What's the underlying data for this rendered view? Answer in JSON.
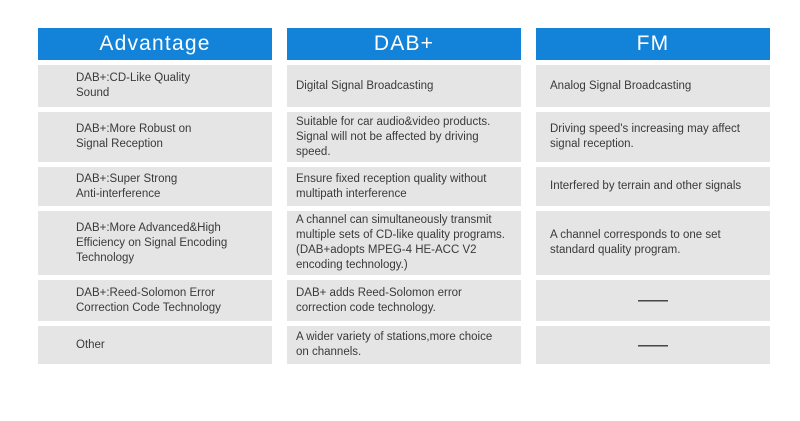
{
  "colors": {
    "header_background": "#1283d9",
    "header_text": "#ffffff",
    "cell_background": "#e5e5e5",
    "cell_text": "#3a3a3a"
  },
  "table": {
    "headers": [
      "Advantage",
      "DAB+",
      "FM"
    ],
    "rows": [
      {
        "advantage": "DAB+:CD-Like Quality\nSound",
        "dab": "Digital Signal Broadcasting",
        "fm": "Analog Signal Broadcasting"
      },
      {
        "advantage": "DAB+:More Robust on\nSignal Reception",
        "dab": "Suitable for car audio&video products.\nSignal will not be affected by driving\nspeed.",
        "fm": "Driving speed's increasing may affect\nsignal reception."
      },
      {
        "advantage": "DAB+:Super Strong\nAnti-interference",
        "dab": "Ensure fixed reception quality without\nmultipath interference",
        "fm": "Interfered by terrain and other signals"
      },
      {
        "advantage": "DAB+:More Advanced&High\nEfficiency on Signal Encoding\nTechnology",
        "dab": "A channel can simultaneously transmit\nmultiple sets of CD-like quality programs.\n(DAB+adopts MPEG-4 HE-ACC V2\nencoding technology.)",
        "fm": "A channel corresponds to one set\nstandard quality program."
      },
      {
        "advantage": "DAB+:Reed-Solomon Error\nCorrection Code Technology",
        "dab": "DAB+ adds Reed-Solomon error\ncorrection code technology.",
        "fm": "——"
      },
      {
        "advantage": "Other",
        "dab": "A wider variety of stations,more choice\non channels.",
        "fm": "——"
      }
    ]
  }
}
